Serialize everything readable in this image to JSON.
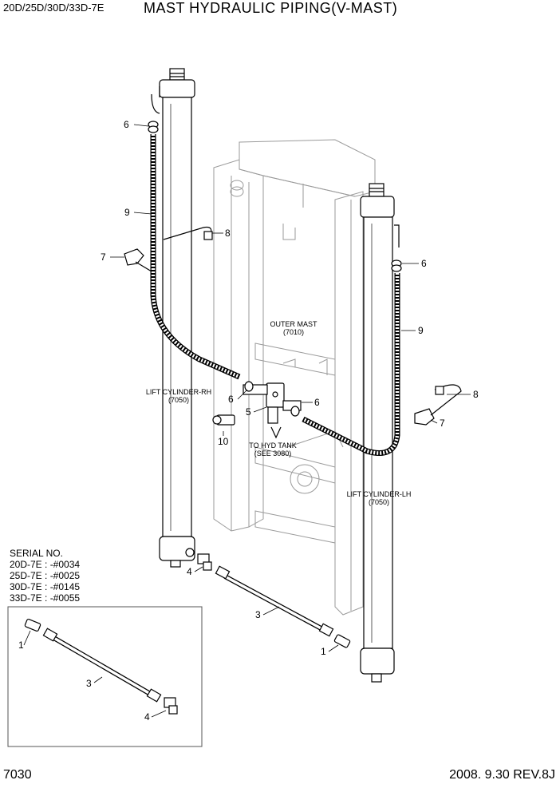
{
  "header": {
    "models": "20D/25D/30D/33D-7E",
    "title": "MAST HYDRAULIC PIPING(V-MAST)"
  },
  "footer": {
    "page_number": "7030",
    "revision": "2008. 9.30  REV.8J"
  },
  "serial": {
    "heading": "SERIAL NO.",
    "entries": [
      "20D-7E : -#0034",
      "25D-7E : -#0025",
      "30D-7E : -#0145",
      "33D-7E : -#0055"
    ]
  },
  "labels": {
    "outer_mast": "OUTER MAST",
    "outer_mast_ref": "(7010)",
    "lift_cyl_rh": "LIFT CYLINDER-RH",
    "lift_cyl_rh_ref": "(7050)",
    "lift_cyl_lh": "LIFT CYLINDER-LH",
    "lift_cyl_lh_ref": "(7050)",
    "to_tank": "TO HYD TANK",
    "to_tank_ref": "(SEE 3080)"
  },
  "callouts": {
    "c6a": "6",
    "c9a": "9",
    "c8a": "8",
    "c7a": "7",
    "c6b": "6",
    "c9b": "9",
    "c8b": "8",
    "c7b": "7",
    "c6c": "6",
    "c6d": "6",
    "c5": "5",
    "c10": "10",
    "c4a": "4",
    "c3a": "3",
    "c1a": "1",
    "c1b": "1",
    "c3b": "3",
    "c4b": "4"
  }
}
